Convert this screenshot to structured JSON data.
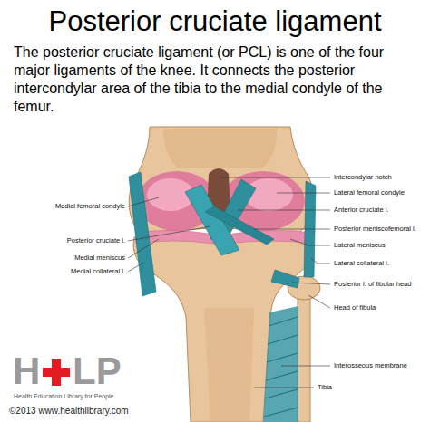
{
  "diagram": {
    "title": "Posterior cruciate ligament",
    "labels": [
      "The posterior cruciate ligament (or PCL) is one of the four major ligaments of the knee. It connects the posterior intercondylar area of the tibia to the medial condyle of the femur.",
      "Intercondylar notch",
      "Lateral femoral condyle",
      "Anterior cruciate l.",
      "Posterior meniscofemoral l.",
      "Medial femoral condyle",
      "Posterior cruciate l.",
      "Lateral meniscus",
      "Medial meniscus",
      "Lateral collateral l.",
      "Medial collateral l.",
      "Posterior l. of fibular head",
      "Head of fibula",
      "Interosseous membrane",
      "H",
      "LP",
      "Tibia",
      "Health Education Library for People",
      "©2013 www.healthlibrary.com"
    ]
  }
}
